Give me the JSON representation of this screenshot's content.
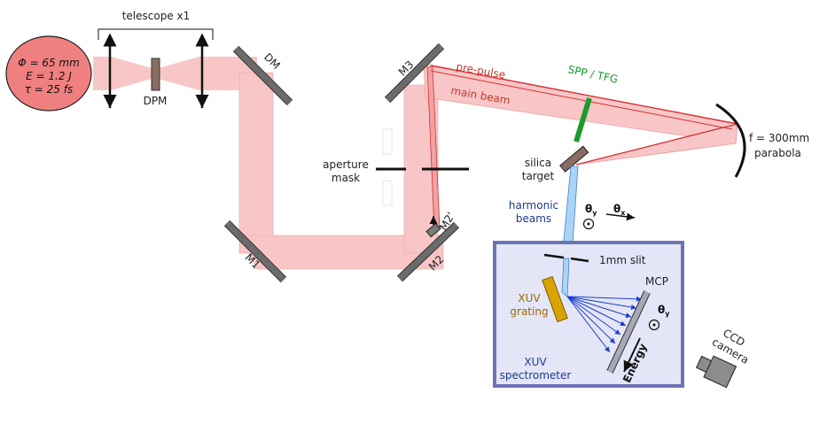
{
  "laser": {
    "diameter": "Φ = 65 mm",
    "energy": "E = 1.2 J",
    "duration": "τ = 25 fs"
  },
  "telescope": {
    "label": "telescope x1"
  },
  "components": {
    "dpm": "DPM",
    "dm": "DM",
    "m1": "M1",
    "m2": "M2",
    "m2p": "M2'",
    "m3": "M3",
    "aperture_line1": "aperture",
    "aperture_line2": "mask",
    "spp_tfg": "SPP / TFG",
    "prepulse": "pre-pulse",
    "main_beam": "main beam",
    "focal": "f = 300mm",
    "parabola": "parabola",
    "silica_line1": "silica",
    "silica_line2": "target",
    "harmonic_line1": "harmonic",
    "harmonic_line2": "beams",
    "theta_y": "θ",
    "theta_y_sub": "y",
    "theta_x": "θ",
    "theta_x_sub": "x",
    "slit": "1mm slit",
    "grating_line1": "XUV",
    "grating_line2": "grating",
    "mcp": "MCP",
    "spectro_line1": "XUV",
    "spectro_line2": "spectrometer",
    "energy": "Energy",
    "ccd_line1": "CCD",
    "ccd_line2": "camera"
  },
  "colors": {
    "beam": "#f8c6c6",
    "beam_edge": "#e8a0a0",
    "prepulse": "#d93030",
    "mirror": "#6b6b6b",
    "spp": "#1a9a2a",
    "harmonic": "#a9d4f5",
    "spectrometer_bg": "#e4e6f8",
    "spectrometer_border": "#6d74b4",
    "grating": "#d9a400",
    "source": "#f08080"
  }
}
